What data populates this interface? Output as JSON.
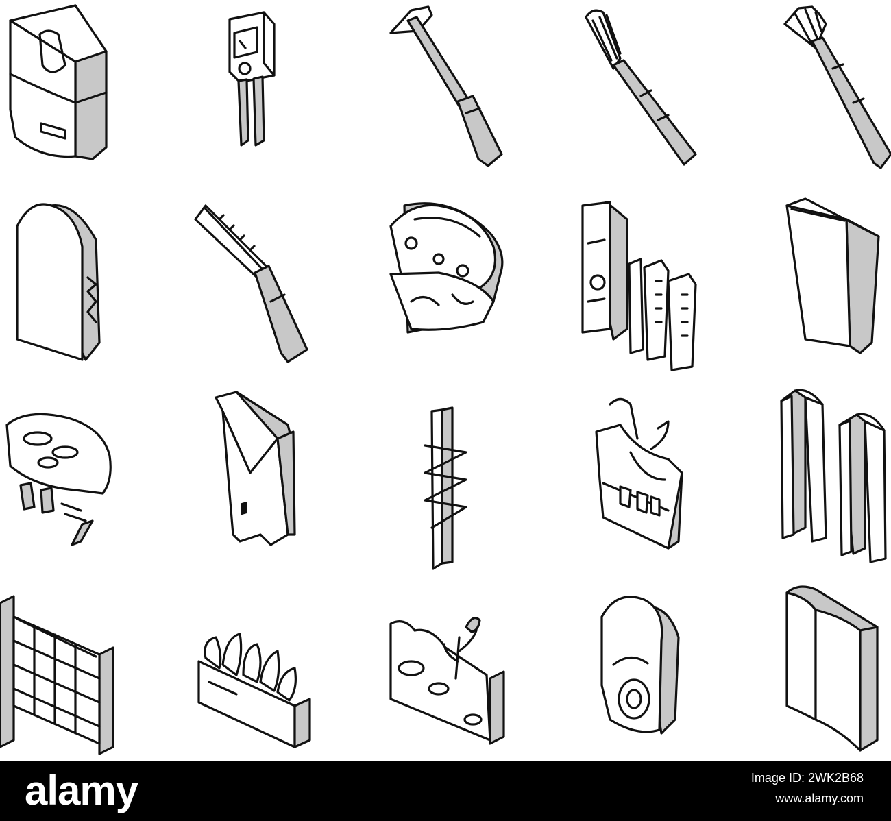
{
  "watermark": {
    "brand": "alamy",
    "image_id": "Image ID: 2WK2B68",
    "url": "www.alamy.com",
    "background": "#000000",
    "text_color": "#ffffff"
  },
  "icons": [
    {
      "name": "sauna-stove-icon",
      "row": 1,
      "col": 1
    },
    {
      "name": "sauna-thermometer-icon",
      "row": 1,
      "col": 2
    },
    {
      "name": "sauna-ladle-icon",
      "row": 1,
      "col": 3
    },
    {
      "name": "grill-fork-icon",
      "row": 1,
      "col": 4
    },
    {
      "name": "bath-whisk-brush-icon",
      "row": 1,
      "col": 5
    },
    {
      "name": "sauna-door-icon",
      "row": 2,
      "col": 1
    },
    {
      "name": "body-scraper-icon",
      "row": 2,
      "col": 2
    },
    {
      "name": "bath-mitten-icon",
      "row": 2,
      "col": 3
    },
    {
      "name": "cosmetic-bottles-icon",
      "row": 2,
      "col": 4
    },
    {
      "name": "bath-bucket-icon",
      "row": 2,
      "col": 5
    },
    {
      "name": "massage-brush-icon",
      "row": 3,
      "col": 1
    },
    {
      "name": "hand-saw-icon",
      "row": 3,
      "col": 2
    },
    {
      "name": "drill-bit-icon",
      "row": 3,
      "col": 3
    },
    {
      "name": "bath-apron-icon",
      "row": 3,
      "col": 4
    },
    {
      "name": "towel-hanger-icon",
      "row": 3,
      "col": 5
    },
    {
      "name": "wooden-bench-icon",
      "row": 4,
      "col": 1
    },
    {
      "name": "herb-planter-icon",
      "row": 4,
      "col": 2
    },
    {
      "name": "stone-wall-plant-icon",
      "row": 4,
      "col": 3
    },
    {
      "name": "bath-mat-icon",
      "row": 4,
      "col": 4
    },
    {
      "name": "towel-roll-icon",
      "row": 4,
      "col": 5
    }
  ],
  "colors": {
    "ink": "#111111",
    "paper": "#ffffff",
    "shade": "#c8c8c8"
  }
}
